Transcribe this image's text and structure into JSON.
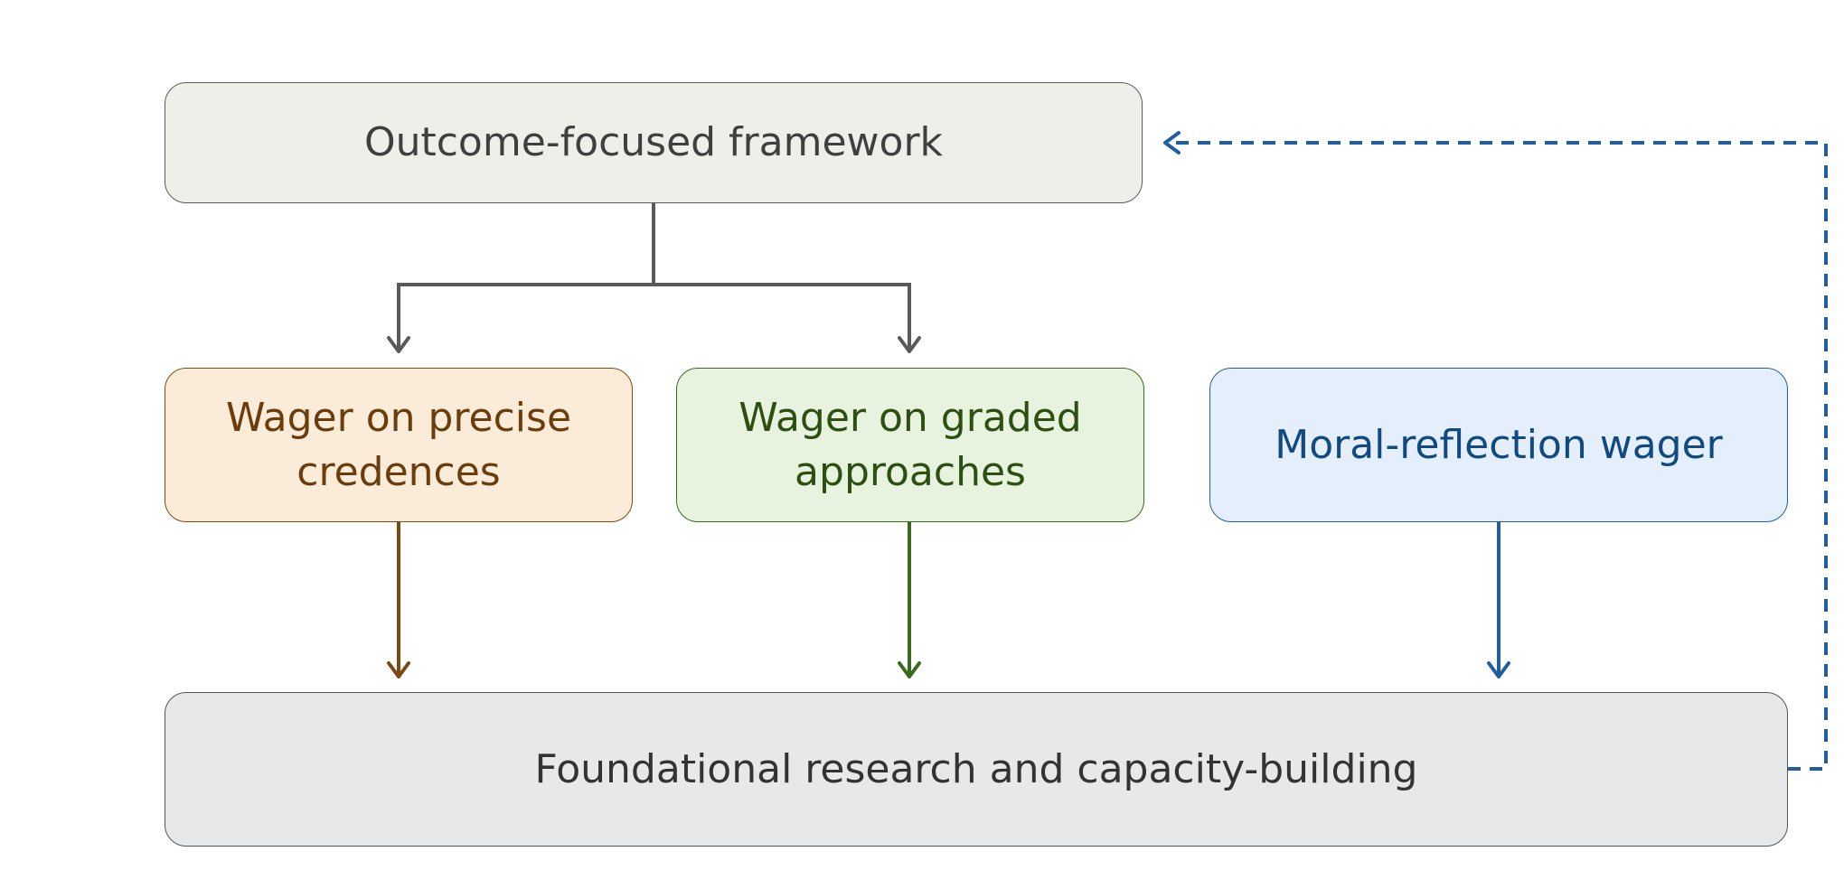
{
  "diagram": {
    "nodes": {
      "outcome": {
        "label": "Outcome-focused framework"
      },
      "precise": {
        "line1": "Wager on precise",
        "line2": "credences"
      },
      "graded": {
        "line1": "Wager on graded",
        "line2": "approaches"
      },
      "moral": {
        "label": "Moral-reflection wager"
      },
      "foundational": {
        "label": "Foundational research and capacity-building"
      }
    },
    "edges": [
      {
        "from": "outcome",
        "to": "precise",
        "style": "solid"
      },
      {
        "from": "outcome",
        "to": "graded",
        "style": "solid"
      },
      {
        "from": "precise",
        "to": "foundational",
        "style": "solid"
      },
      {
        "from": "graded",
        "to": "foundational",
        "style": "solid"
      },
      {
        "from": "moral",
        "to": "foundational",
        "style": "solid"
      },
      {
        "from": "foundational",
        "to": "outcome",
        "style": "dashed"
      }
    ],
    "colors": {
      "neutral": "#5a5a5a",
      "precise": "#7a4a12",
      "graded": "#3a6a1e",
      "moral": "#1f5f9e"
    }
  }
}
